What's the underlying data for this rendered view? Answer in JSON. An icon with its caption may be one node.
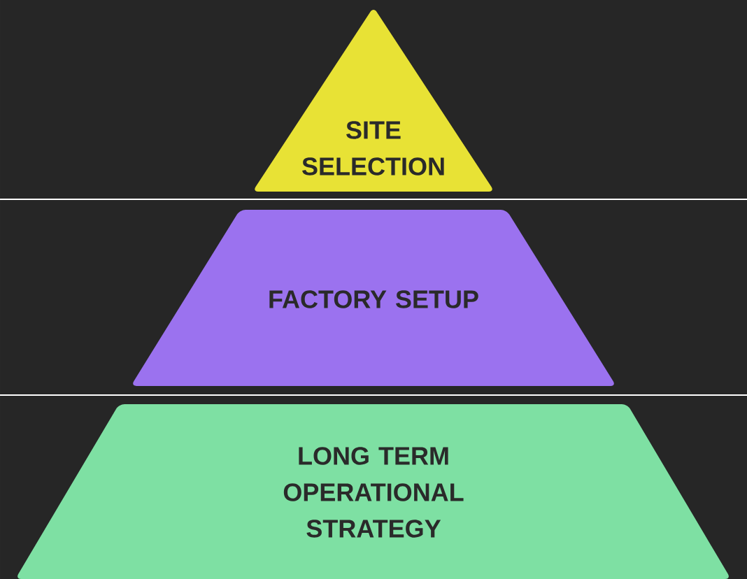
{
  "diagram": {
    "nodes": [
      {
        "text": [
          "SITE SELECTION"
        ]
      },
      {
        "text": [
          "FACTORY SETUP"
        ]
      },
      {
        "text": [
          "LONG TERM OPERATIONAL STRATEGY"
        ]
      }
    ]
  }
}
